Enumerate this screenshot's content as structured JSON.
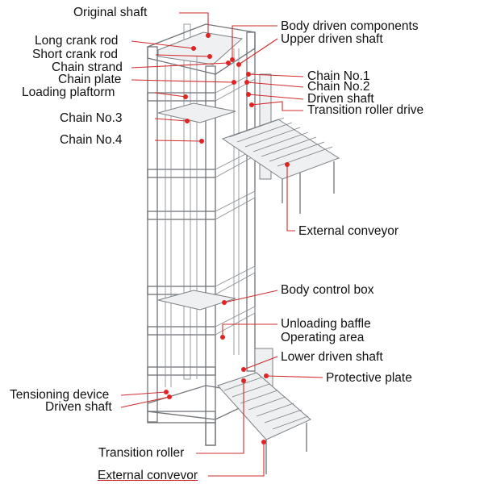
{
  "labels_left": {
    "original_shaft": "Original shaft",
    "long_crank_rod": "Long crank rod",
    "short_crank_rod": "Short crank rod",
    "chain_strand": "Chain strand",
    "chain_plate": "Chain plate",
    "loading_platform": "Loading plaftorm",
    "chain_no3": "Chain No.3",
    "chain_no4": "Chain No.4",
    "tensioning_device": "Tensioning device",
    "driven_shaft_bottom": "Driven shaft",
    "transition_roller": "Transition roller",
    "external_conveyor_bottom": "External convevor"
  },
  "labels_right": {
    "body_driven_components": "Body driven components",
    "upper_driven_shaft": "Upper driven shaft",
    "chain_no1": "Chain No.1",
    "chain_no2": "Chain No.2",
    "driven_shaft_top": "Driven shaft",
    "transition_roller_drive": "Transition roller drive",
    "external_conveyor_top": "External conveyor",
    "body_control_box": "Body control box",
    "unloading_baffle": "Unloading baffle",
    "operating_area": "Operating area",
    "lower_driven_shaft": "Lower driven shaft",
    "protective_plate": "Protective plate"
  },
  "colors": {
    "leader_line": "#d22b2b",
    "marker_dot": "#e02424",
    "frame_stroke": "#6f7479"
  }
}
